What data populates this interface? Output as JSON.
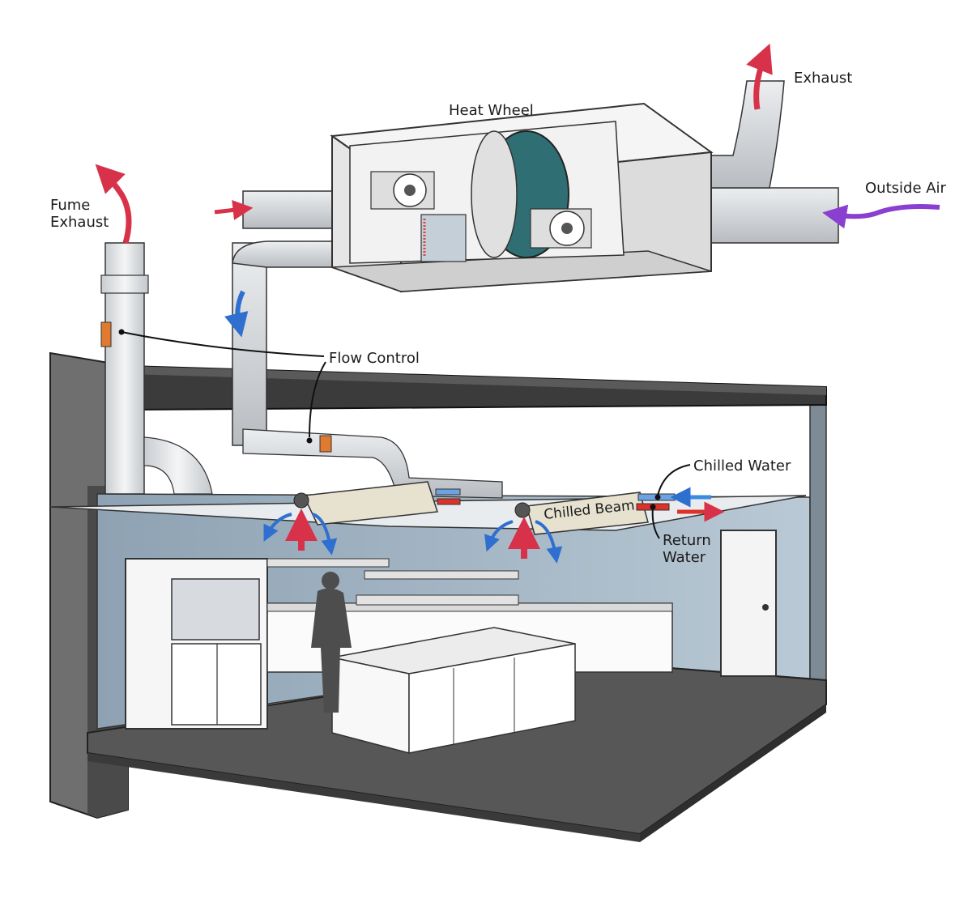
{
  "labels": {
    "heat_wheel": "Heat Wheel",
    "exhaust": "Exhaust",
    "outside_air": "Outside Air",
    "fume_exhaust_line1": "Fume",
    "fume_exhaust_line2": "Exhaust",
    "flow_control": "Flow Control",
    "chilled_water": "Chilled Water",
    "chilled_beam": "Chilled Beam",
    "return_water_line1": "Return",
    "return_water_line2": "Water"
  },
  "colors": {
    "exhaust_arrow": "#d8324a",
    "supply_arrow": "#2f6fd0",
    "outside_air_arrow": "#8a3fd1",
    "chilled_water_arrow": "#3a8be0",
    "return_water_arrow": "#e0302a",
    "duct": "#d6d9dd",
    "slab": "#3b3b3b",
    "wall": "#9fb2c1",
    "floor": "#555555"
  }
}
